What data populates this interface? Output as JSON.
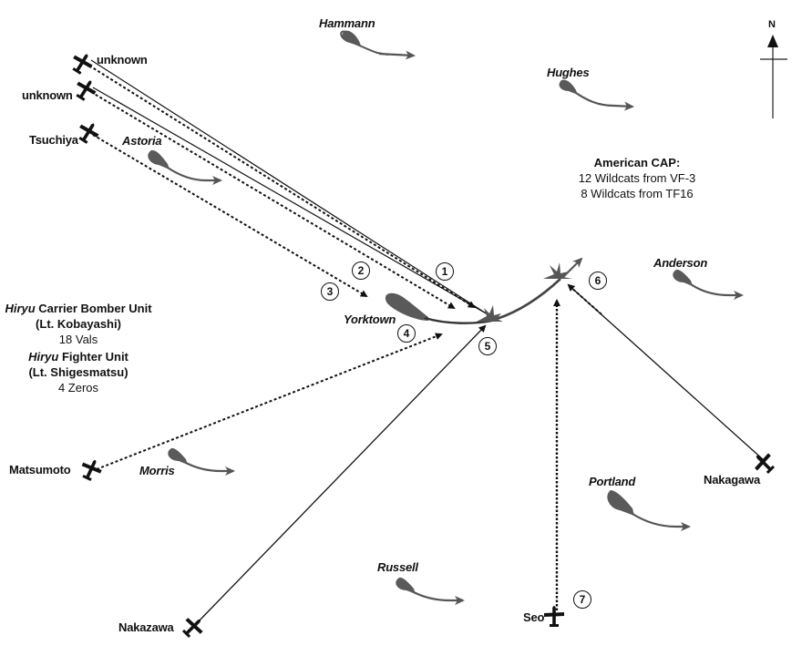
{
  "title": "Attack on Yorktown - Hiryu strike (Battle of Midway)",
  "compass": {
    "label": "N"
  },
  "colors": {
    "ship": "#5a5a5a",
    "line": "#111111",
    "explosion": "#555555"
  },
  "ships": [
    {
      "id": "hammann",
      "name": "Hammann"
    },
    {
      "id": "hughes",
      "name": "Hughes"
    },
    {
      "id": "astoria",
      "name": "Astoria"
    },
    {
      "id": "yorktown",
      "name": "Yorktown"
    },
    {
      "id": "anderson",
      "name": "Anderson"
    },
    {
      "id": "morris",
      "name": "Morris"
    },
    {
      "id": "portland",
      "name": "Portland"
    },
    {
      "id": "russell",
      "name": "Russell"
    }
  ],
  "aircraft": [
    {
      "id": "unknown-1",
      "name": "unknown",
      "attack": "1"
    },
    {
      "id": "unknown-2",
      "name": "unknown",
      "attack": "2"
    },
    {
      "id": "tsuchiya",
      "name": "Tsuchiya",
      "attack": "3"
    },
    {
      "id": "matsumoto",
      "name": "Matsumoto",
      "attack": "4"
    },
    {
      "id": "nakazawa",
      "name": "Nakazawa",
      "attack": "5"
    },
    {
      "id": "nakagawa",
      "name": "Nakagawa",
      "attack": "6"
    },
    {
      "id": "seo",
      "name": "Seo",
      "attack": "7"
    }
  ],
  "attack_markers": [
    "1",
    "2",
    "3",
    "4",
    "5",
    "6",
    "7"
  ],
  "american_cap": {
    "title": "American CAP:",
    "lines": [
      "12 Wildcats from VF-3",
      "8 Wildcats from TF16"
    ]
  },
  "japanese_units": {
    "bomber_ship": "Hiryu",
    "bomber_unit": " Carrier Bomber Unit",
    "bomber_leader": "(Lt. Kobayashi)",
    "bomber_count": "18  Vals",
    "fighter_ship": "Hiryu",
    "fighter_unit": " Fighter Unit",
    "fighter_leader": "(Lt. Shigesmatsu)",
    "fighter_count": "4 Zeros"
  }
}
